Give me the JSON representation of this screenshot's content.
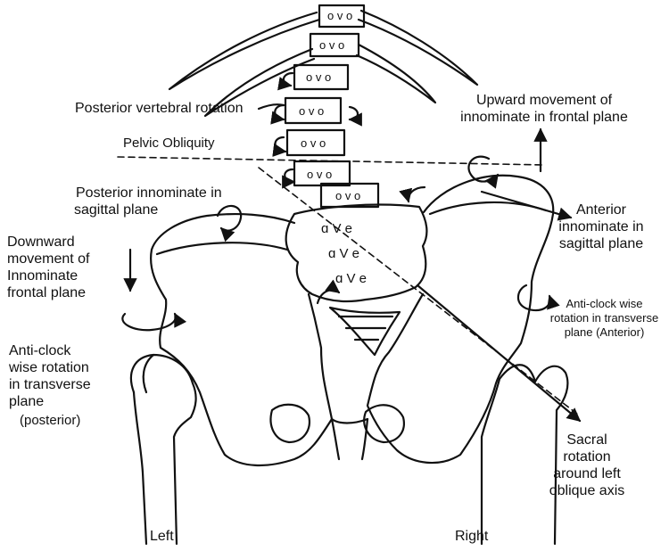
{
  "labels": {
    "posterior_vertebral_rotation": "Posterior vertebral rotation",
    "pelvic_obliquity": "Pelvic Obliquity",
    "upward_movement": [
      "Upward movement of",
      "innominate in frontal plane"
    ],
    "posterior_innominate": [
      "Posterior innominate in",
      "sagittal plane"
    ],
    "anterior_innominate": [
      "Anterior",
      "innominate in",
      "sagittal plane"
    ],
    "downward_movement": [
      "Downward",
      "movement of",
      "Innominate",
      "frontal plane"
    ],
    "anticlock_anterior": [
      "Anti-clock wise",
      "rotation in transverse",
      "plane (Anterior)"
    ],
    "anticlock_posterior": [
      "Anti-clock",
      "wise rotation",
      "in transverse",
      "plane"
    ],
    "posterior_paren": "(posterior)",
    "sacral_rotation": [
      "Sacral",
      "rotation",
      "around left",
      "oblique axis"
    ],
    "left": "Left",
    "right": "Right"
  },
  "vertebra_marks": [
    "o v o",
    "o v o",
    "o v o",
    "o v o",
    "o v o",
    "o v o",
    "o v o"
  ],
  "sacral_marks": [
    "ɑ  V  e",
    "ɑ  V  e",
    "ɑ  V  e"
  ]
}
